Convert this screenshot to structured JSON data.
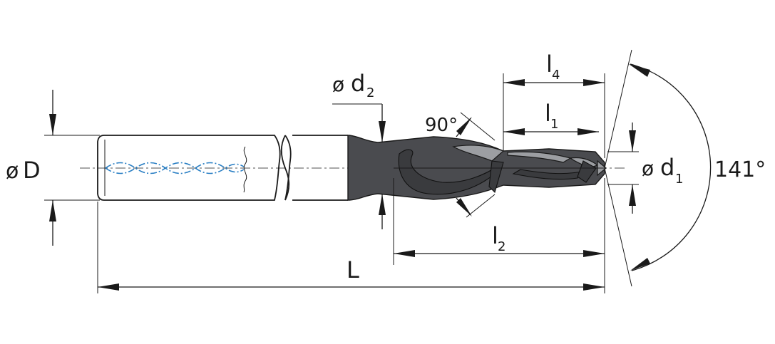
{
  "labels": {
    "shank_diameter": {
      "symbol": "ø",
      "main": "D",
      "sub": ""
    },
    "step_diameter": {
      "symbol": "ø",
      "main": "d",
      "sub": "2"
    },
    "tip_diameter": {
      "symbol": "ø",
      "main": "d",
      "sub": "1"
    },
    "overall_length": {
      "main": "L",
      "sub": ""
    },
    "length_l1": {
      "main": "l",
      "sub": "1"
    },
    "length_l2": {
      "main": "l",
      "sub": "2"
    },
    "length_l4": {
      "main": "l",
      "sub": "4"
    },
    "step_angle": "90°",
    "point_angle": "141°"
  },
  "colors": {
    "line": "#1a1a1a",
    "coolant_channel": "#2a7fc4",
    "tool_body": "#4a4b4f"
  }
}
